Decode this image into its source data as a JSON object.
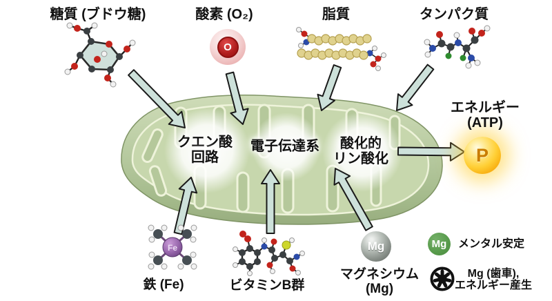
{
  "diagram": {
    "inputs": [
      {
        "name": "glucose",
        "label": "糖質 (ブドウ糖)"
      },
      {
        "name": "oxygen",
        "label": "酸素 (O₂)",
        "sphere_letter": "O"
      },
      {
        "name": "lipid",
        "label": "脂質"
      },
      {
        "name": "protein",
        "label": "タンパク質"
      }
    ],
    "stages": [
      {
        "name": "citric-acid-cycle",
        "line1": "クエン酸",
        "line2": "回路"
      },
      {
        "name": "electron-transport-chain",
        "line1": "電子伝達系"
      },
      {
        "name": "oxidative-phosphorylation",
        "line1": "酸化的",
        "line2": "リン酸化"
      }
    ],
    "output": {
      "name": "energy-atp",
      "line1": "エネルギー",
      "line2": "(ATP)",
      "sphere_letter": "P"
    },
    "cofactors": [
      {
        "name": "iron",
        "label": "鉄 (Fe)",
        "sphere_letter": "Fe"
      },
      {
        "name": "vitamin-b",
        "label": "ビタミンB群"
      },
      {
        "name": "magnesium",
        "line1": "マグネシウム",
        "line2": "(Mg)",
        "sphere_letter": "Mg"
      }
    ],
    "legend": [
      {
        "name": "mg-mental",
        "icon": "mg-green-circle-icon",
        "icon_letter": "Mg",
        "label": "メンタル安定"
      },
      {
        "name": "mg-energy",
        "icon": "gear-icon",
        "line1": "Mg (歯車),",
        "line2": "エネルギー産生"
      }
    ],
    "colors": {
      "mito_body": "#b7caa0",
      "mito_matrix": "#c7d7ad",
      "cristae_outline": "#eef3da",
      "arrow_fill": "#cde1da",
      "oxygen_red": "#b01d1d",
      "atp_gold": "#ffcf35",
      "magnesium_gray": "#8a918b",
      "legend_green": "#579a4b",
      "iron_purple": "#9c6bb0",
      "gear_black": "#111111"
    }
  }
}
